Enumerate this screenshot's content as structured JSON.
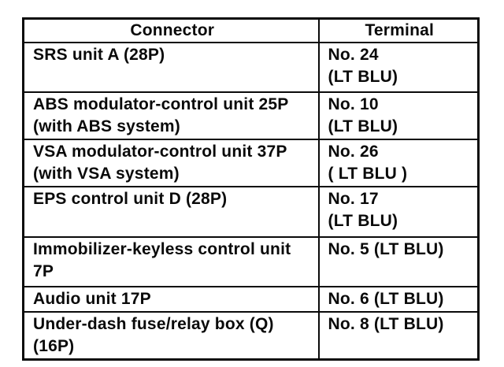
{
  "table": {
    "columns": [
      {
        "label": "Connector"
      },
      {
        "label": "Terminal"
      }
    ],
    "rows": [
      {
        "connector": "SRS unit A (28P)",
        "terminal": "No. 24\n(LT BLU)"
      },
      {
        "connector": "ABS modulator-control unit 25P (with ABS system)",
        "terminal": "No. 10\n(LT BLU)"
      },
      {
        "connector": "VSA modulator-control unit 37P (with VSA system)",
        "terminal": "No. 26\n( LT BLU )"
      },
      {
        "connector": "EPS control unit D (28P)",
        "terminal": "No. 17\n(LT BLU)"
      },
      {
        "connector": "Immobilizer-keyless control unit 7P",
        "terminal": "No. 5 (LT BLU)"
      },
      {
        "connector": "Audio unit 17P",
        "terminal": "No. 6 (LT BLU)"
      },
      {
        "connector": "Under-dash fuse/relay box (Q) (16P)",
        "terminal": "No. 8 (LT BLU)"
      }
    ]
  },
  "colors": {
    "border": "#0a0a0a",
    "background": "#ffffff",
    "text": "#0a0a0a"
  }
}
